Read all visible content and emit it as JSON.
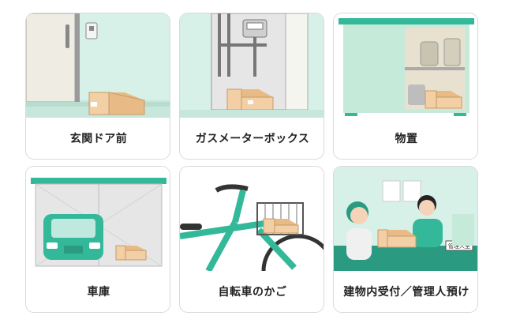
{
  "options": [
    {
      "label": "玄関ドア前",
      "icon": "front-door-icon"
    },
    {
      "label": "ガスメーターボックス",
      "icon": "gas-meter-box-icon"
    },
    {
      "label": "物置",
      "icon": "storage-shed-icon"
    },
    {
      "label": "車庫",
      "icon": "garage-icon"
    },
    {
      "label": "自転車のかご",
      "icon": "bicycle-basket-icon"
    },
    {
      "label": "建物内受付／管理人預け",
      "icon": "reception-icon"
    }
  ],
  "reception_sign": "管理人室",
  "colors": {
    "mint": "#d7f0e8",
    "teal": "#34b89a",
    "box": "#f2cfa4",
    "gray_wall": "#e6e6e6"
  }
}
